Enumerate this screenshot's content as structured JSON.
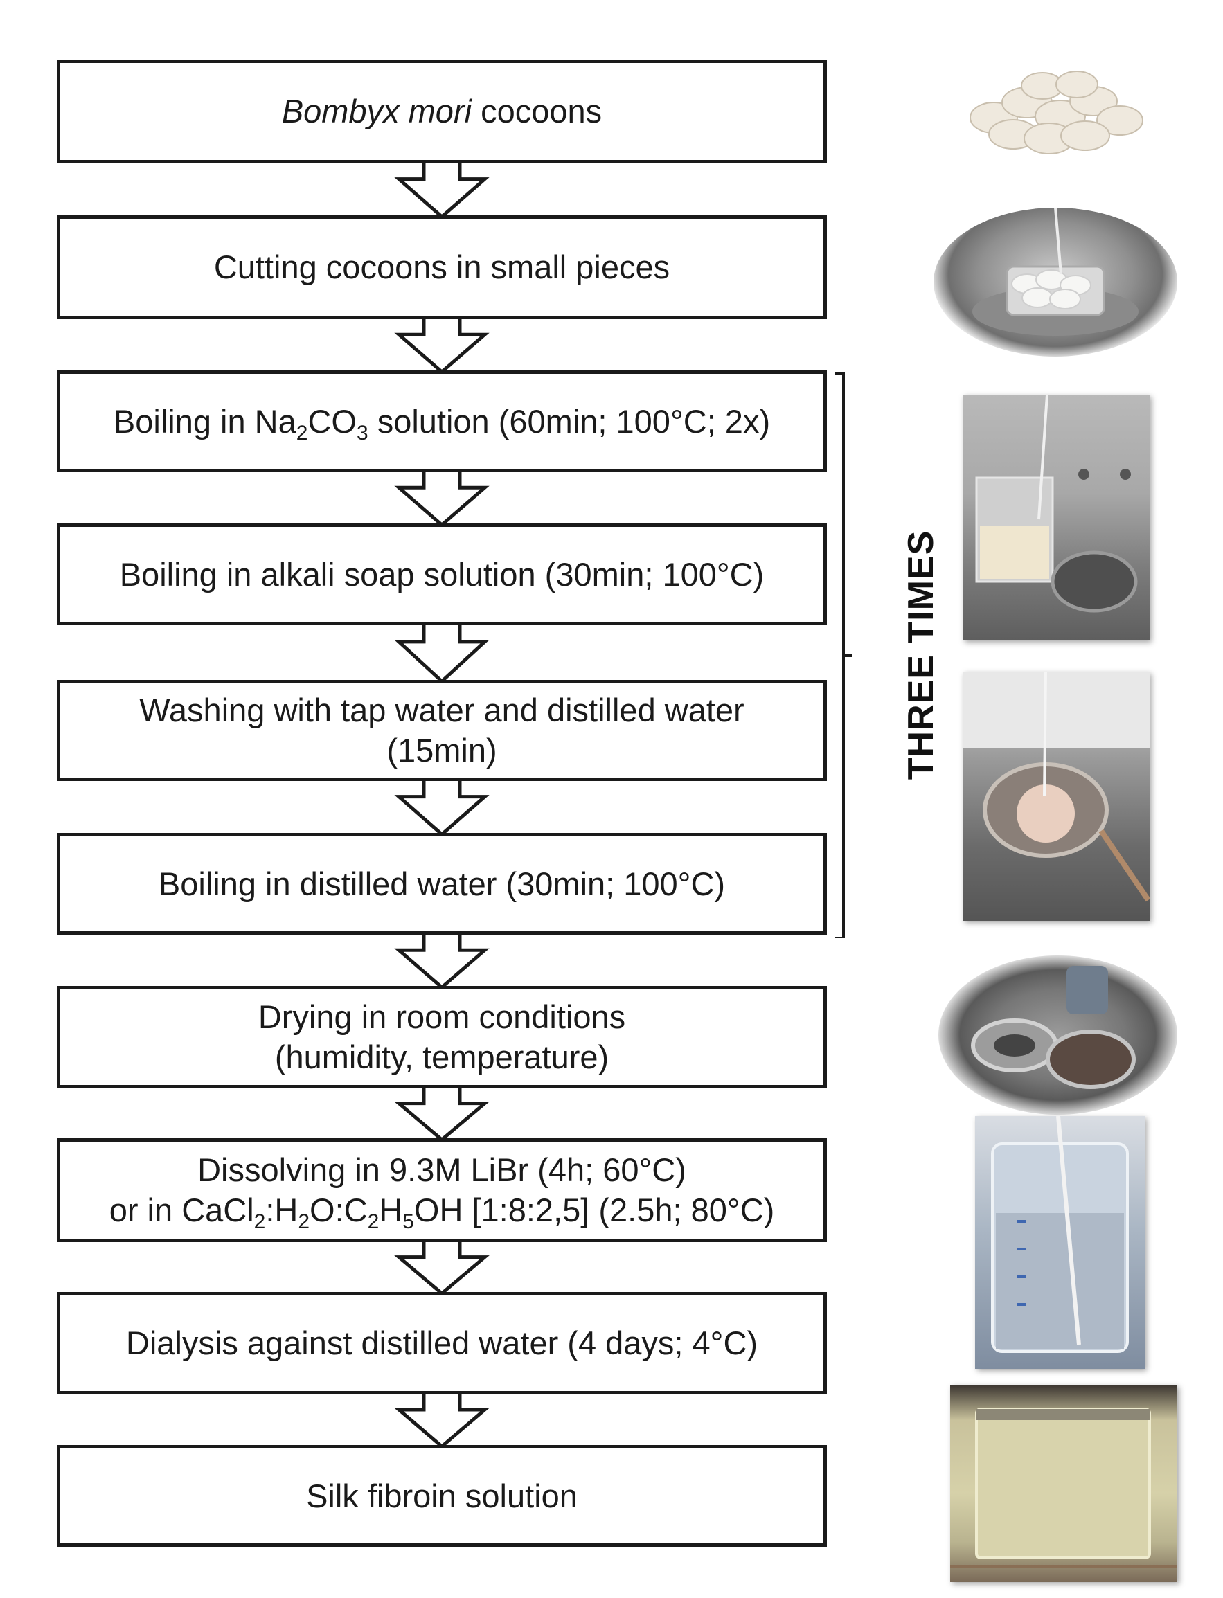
{
  "steps": [
    {
      "id": "s1",
      "lines": [
        {
          "italic": "Bombyx mori",
          "rest": " cocoons"
        }
      ]
    },
    {
      "id": "s2",
      "text": "Cutting cocoons in small pieces"
    },
    {
      "id": "s3",
      "parts": [
        "Boiling in Na",
        "2",
        "CO",
        "3",
        " solution (60min; 100°C; 2x)"
      ]
    },
    {
      "id": "s4",
      "text": "Boiling in alkali soap solution (30min; 100°C)"
    },
    {
      "id": "s5",
      "lines": [
        "Washing with tap water and distilled water",
        "(15min)"
      ]
    },
    {
      "id": "s6",
      "text": "Boiling in distilled water (30min; 100°C)"
    },
    {
      "id": "s7",
      "lines": [
        "Drying in room conditions",
        "(humidity, temperature)"
      ]
    },
    {
      "id": "s8",
      "line1": "Dissolving in 9.3M LiBr (4h; 60°C)",
      "line2_parts": [
        "or in CaCl",
        "2",
        ":H",
        "2",
        "O:C",
        "2",
        "H",
        "5",
        "OH [1:8:2,5] (2.5h; 80°C)"
      ]
    },
    {
      "id": "s9",
      "text": "Dialysis against distilled water (4 days; 4°C)"
    },
    {
      "id": "s10",
      "text": "Silk fibroin solution"
    }
  ],
  "repeat_label": "THREE TIMES",
  "photos": [
    {
      "name": "cocoons-photo",
      "shape": "oval"
    },
    {
      "name": "cutting-photo",
      "shape": "oval"
    },
    {
      "name": "boiling-beaker-photo",
      "shape": "rect"
    },
    {
      "name": "washing-sieve-photo",
      "shape": "rect"
    },
    {
      "name": "drying-photo",
      "shape": "oval"
    },
    {
      "name": "dissolving-beaker-photo",
      "shape": "rect"
    },
    {
      "name": "fibroin-solution-photo",
      "shape": "rect"
    }
  ],
  "colors": {
    "stroke": "#1a1a1a",
    "background": "#ffffff"
  }
}
